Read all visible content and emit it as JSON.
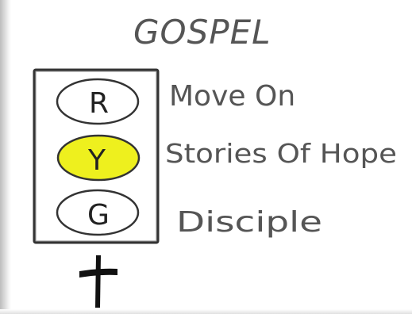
{
  "title": "GOSPEL",
  "lights": [
    {
      "letter": "R",
      "label": "Move On",
      "fill": "#ffffff"
    },
    {
      "letter": "Y",
      "label": "Stories Of Hope",
      "fill": "#eef01e"
    },
    {
      "letter": "G",
      "label": "Disciple",
      "fill": "#ffffff"
    }
  ],
  "colors": {
    "ink": "#333333",
    "text": "#666666",
    "yellow": "#eef01e",
    "cross": "#111111"
  }
}
